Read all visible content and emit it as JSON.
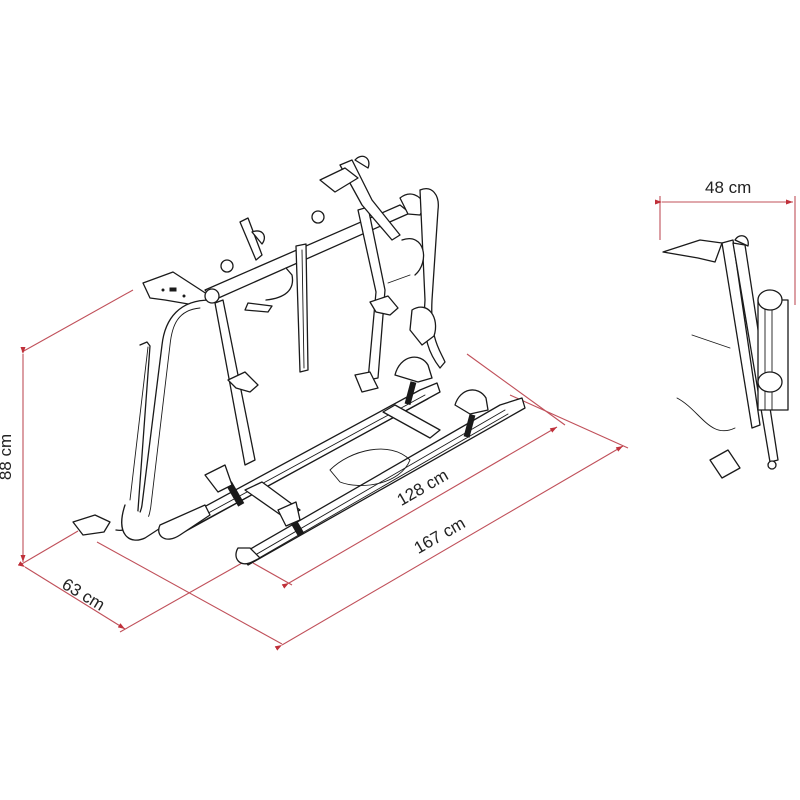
{
  "diagram": {
    "subject": "bike-carrier",
    "views": [
      {
        "id": "main-isometric-view"
      },
      {
        "id": "side-profile-view"
      }
    ],
    "dimension_color": "#c0505a",
    "line_color": "#1a1a1a",
    "dimensions": {
      "height": {
        "label": "88 cm"
      },
      "depth": {
        "label": "63 cm"
      },
      "rail_length": {
        "label": "128 cm"
      },
      "total_width": {
        "label": "167 cm"
      },
      "side_depth": {
        "label": "48 cm"
      }
    }
  }
}
